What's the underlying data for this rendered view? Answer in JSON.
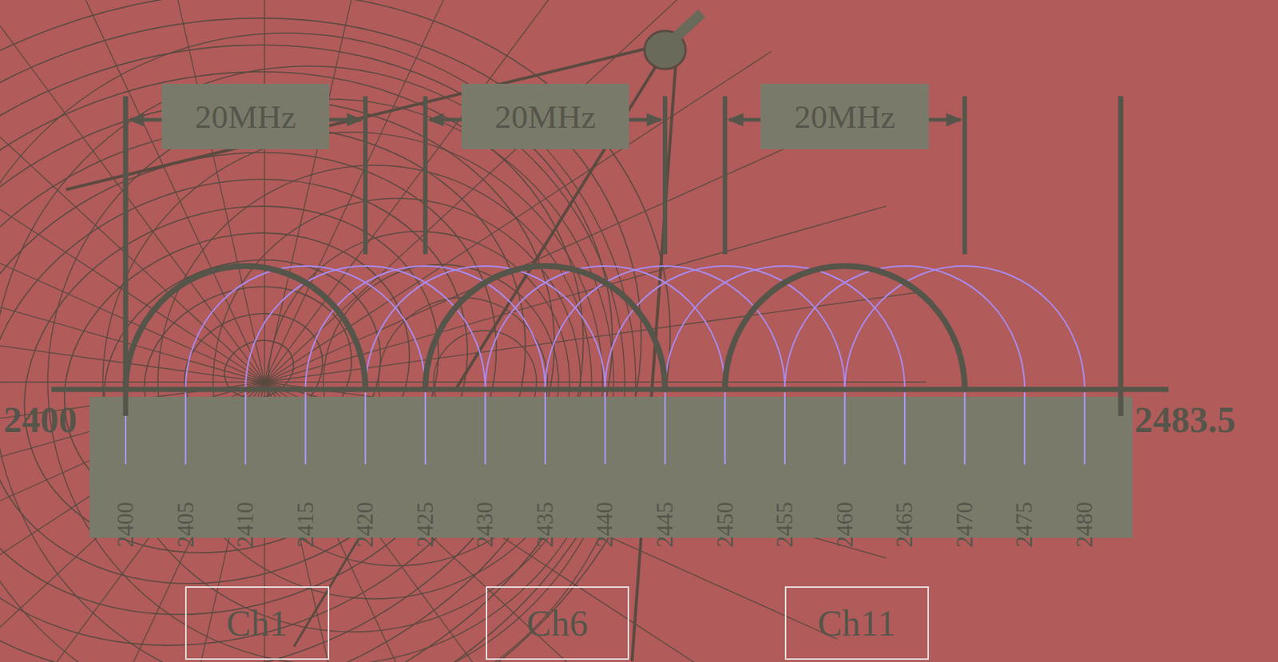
{
  "diagram": {
    "nodes": [
      {
        "text": [
          "20MHz"
        ]
      },
      {
        "text": [
          "20MHz"
        ]
      },
      {
        "text": [
          "20MHz"
        ]
      },
      {
        "text": [
          "Ch1"
        ]
      },
      {
        "text": [
          "Ch6"
        ]
      },
      {
        "text": [
          "Ch11"
        ]
      }
    ],
    "labels": [
      "2400",
      "2483.5",
      "2400",
      "2405",
      "2410",
      "2415",
      "2420",
      "2425",
      "2430",
      "2435",
      "2440",
      "2445",
      "2450",
      "2455",
      "2460",
      "2465",
      "2470",
      "2475",
      "2480"
    ]
  }
}
